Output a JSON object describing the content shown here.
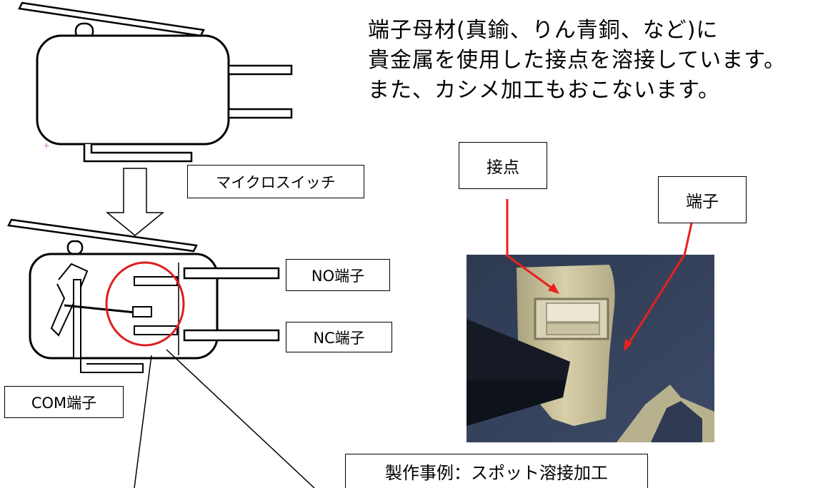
{
  "description_lines": [
    "端子母材(真鍮、りん青銅、など)に",
    "貴金属を使用した接点を溶接しています。",
    "また、カシメ加工もおこないます。"
  ],
  "labels": {
    "micro_switch": "マイクロスイッチ",
    "no_terminal": "NO端子",
    "nc_terminal": "NC端子",
    "com_terminal": "COM端子",
    "contact": "接点",
    "terminal": "端子",
    "caption": "製作事例：スポット溶接加工"
  },
  "colors": {
    "highlight_circle": "#dd1e1e",
    "arrow_red": "#e8201e",
    "photo_bg": "#33405c",
    "metal": "#cfc6a0"
  }
}
